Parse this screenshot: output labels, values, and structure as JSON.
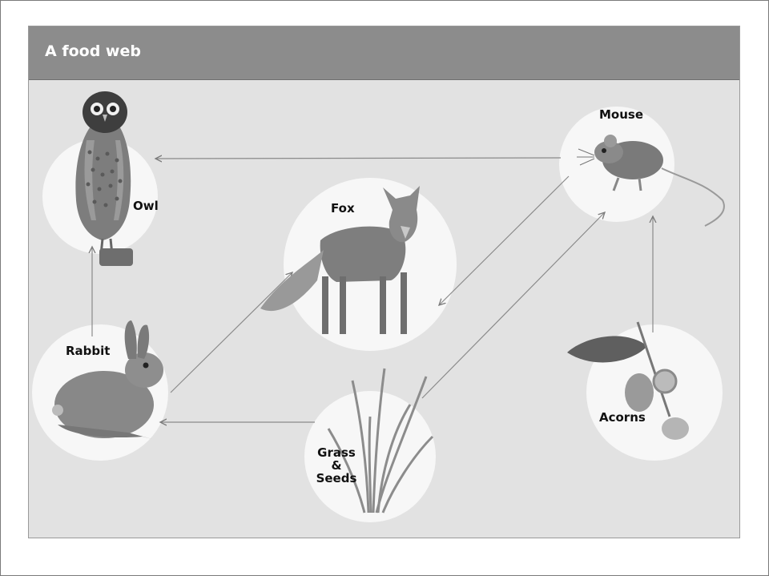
{
  "title": "A food web",
  "nodes": {
    "owl": "Owl",
    "mouse": "Mouse",
    "fox": "Fox",
    "rabbit": "Rabbit",
    "grass_line1": "Grass",
    "grass_line2": "&",
    "grass_line3": "Seeds",
    "acorns": "Acorns"
  },
  "arrows": [
    {
      "from": "Mouse",
      "to": "Owl"
    },
    {
      "from": "Rabbit",
      "to": "Owl"
    },
    {
      "from": "Rabbit",
      "to": "Fox"
    },
    {
      "from": "Mouse",
      "to": "Fox"
    },
    {
      "from": "Grass & Seeds",
      "to": "Rabbit"
    },
    {
      "from": "Grass & Seeds",
      "to": "Mouse"
    },
    {
      "from": "Acorns",
      "to": "Mouse"
    }
  ],
  "colors": {
    "panel": "#e2e2e2",
    "title_bar": "#8c8c8c",
    "node_circle": "#f7f7f7",
    "arrow": "#8a8a8a"
  }
}
